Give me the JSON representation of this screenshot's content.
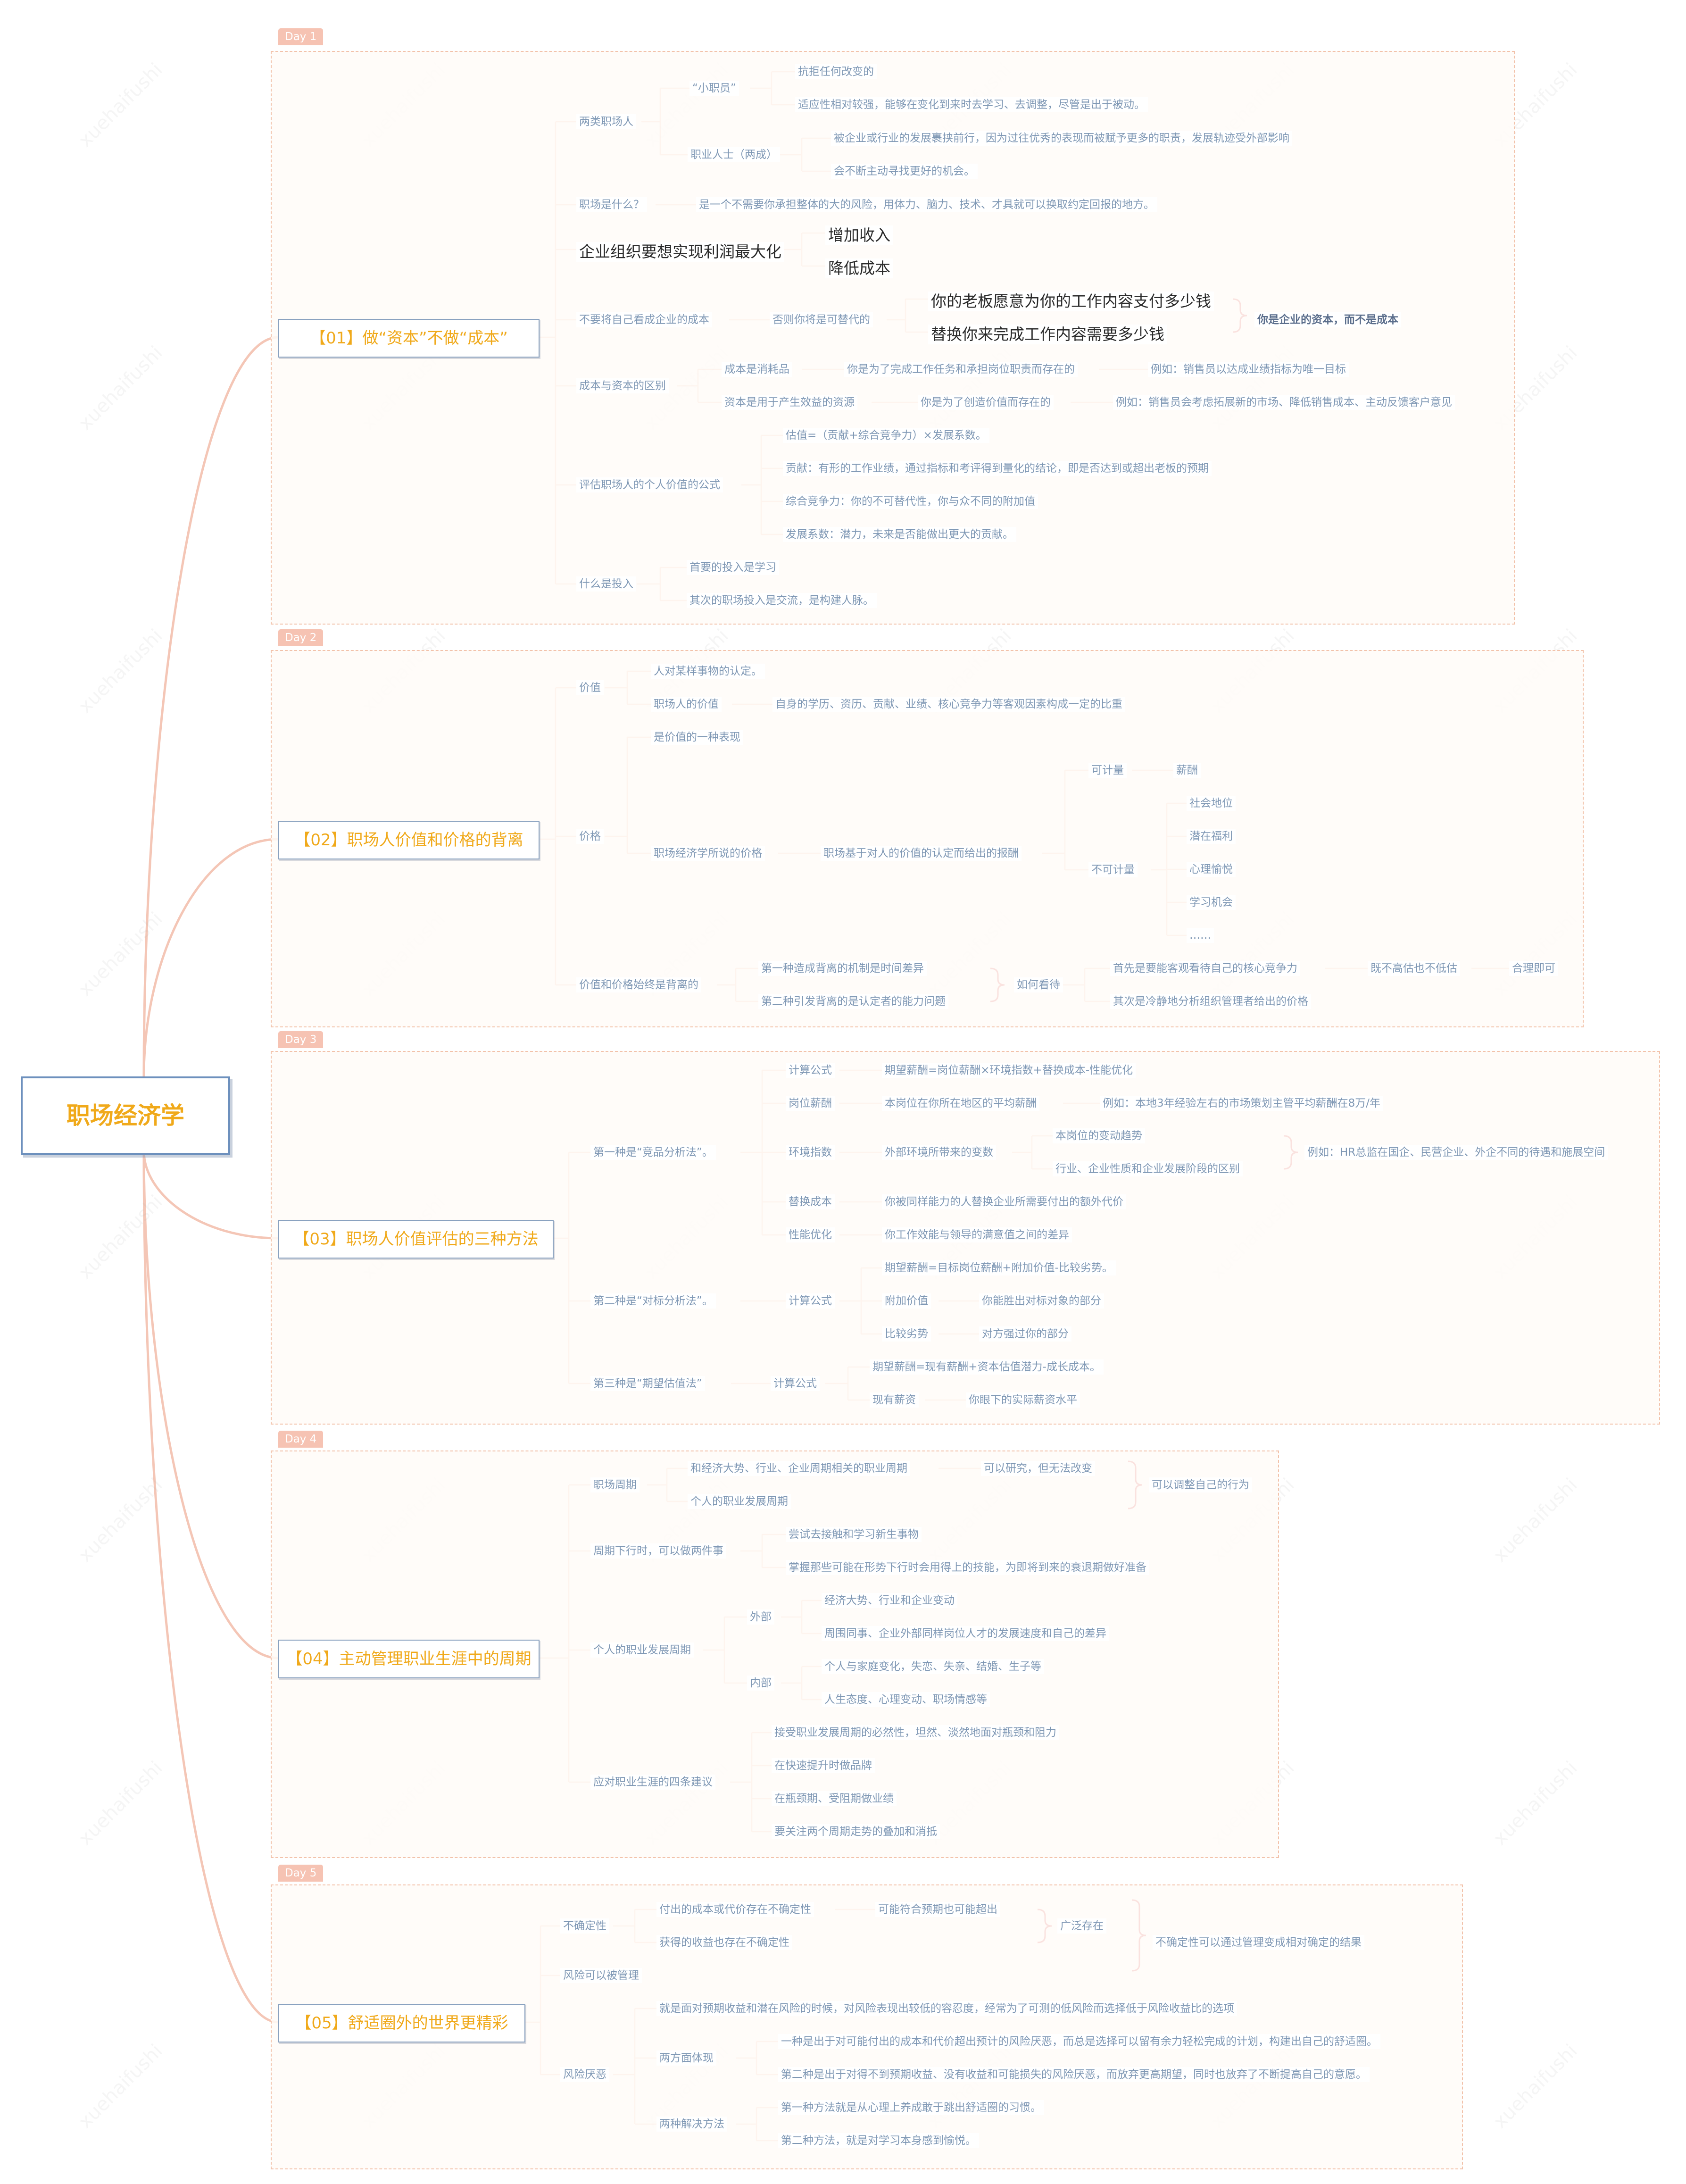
{
  "title": "职场经济学",
  "watermark": "xuehaifushi",
  "days": [
    "Day 1",
    "Day 2",
    "Day 3",
    "Day 4",
    "Day 5"
  ],
  "chapters": [
    "【01】做“资本”不做“成本”",
    "【02】职场人价值和价格的背离",
    "【03】职场人价值评估的三种方法",
    "【04】主动管理职业生涯中的周期",
    "【05】舒适圈外的世界更精彩"
  ],
  "c1": {
    "two_types": "两类职场人",
    "clerk": "“小职员”",
    "clerk_1": "抗拒任何改变的",
    "clerk_2": "适应性相对较强，能够在变化到来时去学习、去调整，尽管是出于被动。",
    "pro": "职业人士（两成）",
    "pro_1": "被企业或行业的发展裹挟前行，因为过往优秀的表现而被赋予更多的职责，发展轨迹受外部影响",
    "pro_2": "会不断主动寻找更好的机会。",
    "what": "职场是什么？",
    "what_1": "是一个不需要你承担整体的大的风险，用体力、脑力、技术、才具就可以换取约定回报的地方。",
    "profit": "企业组织要想实现利润最大化",
    "profit_1": "增加收入",
    "profit_2": "降低成本",
    "notcost": "不要将自己看成企业的成本",
    "replace": "否则你将是可替代的",
    "replace_1": "你的老板愿意为你的工作内容支付多少钱",
    "replace_2": "替换你来完成工作内容需要多少钱",
    "capital": "你是企业的资本，而不是成本",
    "diff": "成本与资本的区别",
    "cost": "成本是消耗品",
    "cost_why": "你是为了完成工作任务和承担岗位职责而存在的",
    "cost_eg": "例如：销售员以达成业绩指标为唯一目标",
    "cap": "资本是用于产生效益的资源",
    "cap_why": "你是为了创造价值而存在的",
    "cap_eg": "例如：销售员会考虑拓展新的市场、降低销售成本、主动反馈客户意见",
    "formula": "评估职场人的个人价值的公式",
    "f1": "估值=（贡献+综合竞争力）×发展系数。",
    "f2": "贡献：有形的工作业绩，通过指标和考评得到量化的结论，即是否达到或超出老板的预期",
    "f3": "综合竞争力：你的不可替代性，你与众不同的附加值",
    "f4": "发展系数：潜力，未来是否能做出更大的贡献。",
    "invest": "什么是投入",
    "inv1": "首要的投入是学习",
    "inv2": "其次的职场投入是交流，是构建人脉。"
  },
  "c2": {
    "value": "价值",
    "v1": "人对某样事物的认定。",
    "v2": "职场人的价值",
    "v2a": "自身的学历、资历、贡献、业绩、核心竞争力等客观因素构成一定的比重",
    "price": "价格",
    "p1": "是价值的一种表现",
    "p2": "职场经济学所说的价格",
    "p2a": "职场基于对人的价值的认定而给出的报酬",
    "meas": "可计量",
    "salary": "薪酬",
    "unmeas": "不可计量",
    "u1": "社会地位",
    "u2": "潜在福利",
    "u3": "心理愉悦",
    "u4": "学习机会",
    "u5": "……",
    "gap": "价值和价格始终是背离的",
    "g1": "第一种造成背离的机制是时间差异",
    "g2": "第二种引发背离的是认定者的能力问题",
    "how": "如何看待",
    "h1": "首先是要能客观看待自己的核心竞争力",
    "h1a": "既不高估也不低估",
    "h1b": "合理即可",
    "h2": "其次是冷静地分析组织管理者给出的价格"
  },
  "c3": {
    "m1": "第一种是“竞品分析法”。",
    "calc": "计算公式",
    "calc_a": "期望薪酬=岗位薪酬×环境指数+替换成本-性能优化",
    "pos": "岗位薪酬",
    "pos_a": "本岗位在你所在地区的平均薪酬",
    "pos_eg": "例如：本地3年经验左右的市场策划主管平均薪酬在8万/年",
    "env": "环境指数",
    "env_a": "外部环境所带来的变数",
    "env_1": "本岗位的变动趋势",
    "env_2": "行业、企业性质和企业发展阶段的区别",
    "env_eg": "例如：HR总监在国企、民营企业、外企不同的待遇和施展空间",
    "rep": "替换成本",
    "rep_a": "你被同样能力的人替换企业所需要付出的额外代价",
    "perf": "性能优化",
    "perf_a": "你工作效能与领导的满意值之间的差异",
    "m2": "第二种是“对标分析法”。",
    "calc2": "计算公式",
    "c2a": "期望薪酬=目标岗位薪酬+附加价值-比较劣势。",
    "c2b": "附加价值",
    "c2b1": "你能胜出对标对象的部分",
    "c2c": "比较劣势",
    "c2c1": "对方强过你的部分",
    "m3": "第三种是“期望估值法”",
    "calc3": "计算公式",
    "c3a": "期望薪酬=现有薪酬+资本估值潜力-成长成本。",
    "c3b": "现有薪资",
    "c3b1": "你眼下的实际薪资水平"
  },
  "c4": {
    "cycle": "职场周期",
    "cy1": "和经济大势、行业、企业周期相关的职业周期",
    "cy1a": "可以研究，但无法改变",
    "cy2": "个人的职业发展周期",
    "cy_adj": "可以调整自己的行为",
    "down": "周期下行时，可以做两件事",
    "d1": "尝试去接触和学习新生事物",
    "d2": "掌握那些可能在形势下行时会用得上的技能，为即将到来的衰退期做好准备",
    "pers": "个人的职业发展周期",
    "ext": "外部",
    "e1": "经济大势、行业和企业变动",
    "e2": "周围同事、企业外部同样岗位人才的发展速度和自己的差异",
    "inn": "内部",
    "i1": "个人与家庭变化，失恋、失亲、结婚、生子等",
    "i2": "人生态度、心理变动、职场情感等",
    "adv": "应对职业生涯的四条建议",
    "a1": "接受职业发展周期的必然性，坦然、淡然地面对瓶颈和阻力",
    "a2": "在快速提升时做品牌",
    "a3": "在瓶颈期、受阻期做业绩",
    "a4": "要关注两个周期走势的叠加和消抵"
  },
  "c5": {
    "unc": "不确定性",
    "u1": "付出的成本或代价存在不确定性",
    "u1a": "可能符合预期也可能超出",
    "u2": "获得的收益也存在不确定性",
    "wide": "广泛存在",
    "conc": "不确定性可以通过管理变成相对确定的结果",
    "manage": "风险可以被管理",
    "averse": "风险厌恶",
    "r0": "就是面对预期收益和潜在风险的时候，对风险表现出较低的容忍度，经常为了可测的低风险而选择低于风险收益比的选项",
    "two": "两方面体现",
    "t1": "一种是出于对可能付出的成本和代价超出预计的风险厌恶，而总是选择可以留有余力轻松完成的计划，构建出自己的舒适圈。",
    "t2": "第二种是出于对得不到预期收益、没有收益和可能损失的风险厌恶，而放弃更高期望，同时也放弃了不断提高自己的意愿。",
    "sol": "两种解决方法",
    "s1": "第一种方法就是从心理上养成敢于跳出舒适圈的习惯。",
    "s2": "第二种方法，就是对学习本身感到愉悦。"
  }
}
